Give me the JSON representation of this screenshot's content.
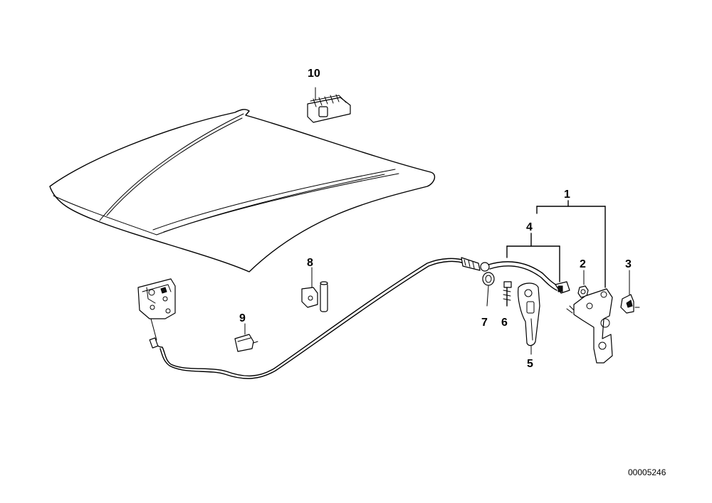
{
  "diagram": {
    "callouts": {
      "c1": "1",
      "c2": "2",
      "c3": "3",
      "c4": "4",
      "c5": "5",
      "c6": "6",
      "c7": "7",
      "c8": "8",
      "c9": "9",
      "c10": "10"
    },
    "catalog_number": "00005246"
  }
}
